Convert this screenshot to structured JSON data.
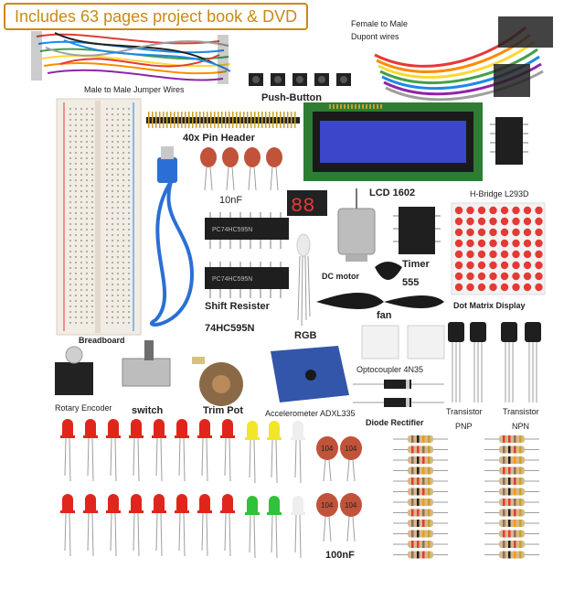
{
  "banner": "Includes 63 pages project book &  DVD",
  "labels": {
    "female_male_1": "Female to Male",
    "female_male_2": "Dupont wires",
    "male_male": "Male to Male Jumper Wires",
    "push_button": "Push-Button",
    "pin_header": "40x Pin Header",
    "cap_10nf": "10nF",
    "lcd": "LCD 1602",
    "hbridge": "H-Bridge L293D",
    "timer": "Timer",
    "timer_num": "555",
    "dc_motor": "DC motor",
    "shift_resister": "Shift Resister",
    "hc595": "74HC595N",
    "rgb": "RGB",
    "fan": "fan",
    "dot_matrix": "Dot Matrix Display",
    "breadboard": "Breadboard",
    "optocoupler": "Optocoupler 4N35",
    "rotary": "Rotary Encoder",
    "switch": "switch",
    "trim_pot": "Trim Pot",
    "accelerometer": "Accelerometer ADXL335",
    "diode": "Diode Rectifier",
    "transistor_pnp": "Transistor",
    "transistor_npn": "Transistor",
    "pnp": "PNP",
    "npn": "NPN",
    "cap_100nf": "100nF",
    "cap_code": "104",
    "seg_display": "88",
    "chip_code": "PC74HC595N"
  },
  "colors": {
    "banner": "#c98a14",
    "breadboard": "#f1ece4",
    "lcd_pcb": "#2e7d32",
    "lcd_screen": "#3b46c8",
    "chip": "#1f1f1f",
    "cap": "#c0533a",
    "led_red": "#e0261c",
    "led_yellow": "#f2e629",
    "led_green": "#2fc23a",
    "usb_cable": "#2b6fd6",
    "resistor": "#d6b98a",
    "accelerometer": "#3355aa"
  }
}
